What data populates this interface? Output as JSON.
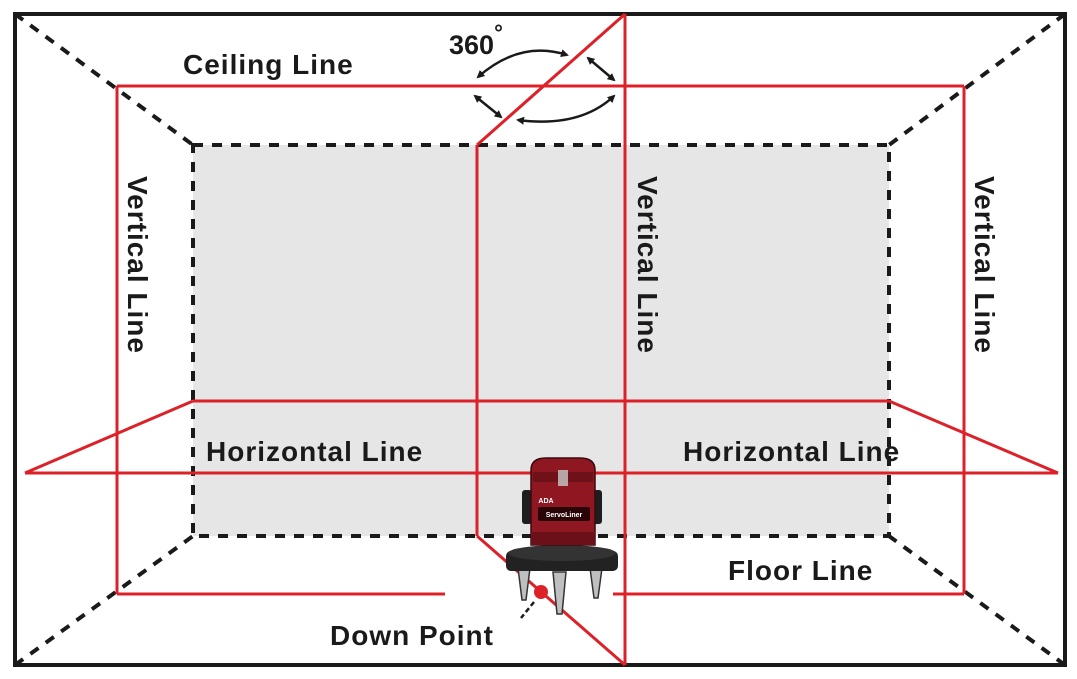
{
  "labels": {
    "ceiling_line": "Ceiling Line",
    "floor_line": "Floor Line",
    "vertical_line_left": "Vertical Line",
    "vertical_line_center": "Vertical Line",
    "vertical_line_right": "Vertical Line",
    "horizontal_line_left": "Horizontal Line",
    "horizontal_line_right": "Horizontal Line",
    "down_point": "Down Point",
    "rotation": "360",
    "rotation_unit": "°"
  },
  "device": {
    "brand_mark": "ADA",
    "model_name": "ServoLiner"
  },
  "colors": {
    "laser_red": "#dd2128",
    "wall_gray": "#e6e6e6",
    "outline": "#1a1a1a",
    "device_body": "#8e1722"
  }
}
